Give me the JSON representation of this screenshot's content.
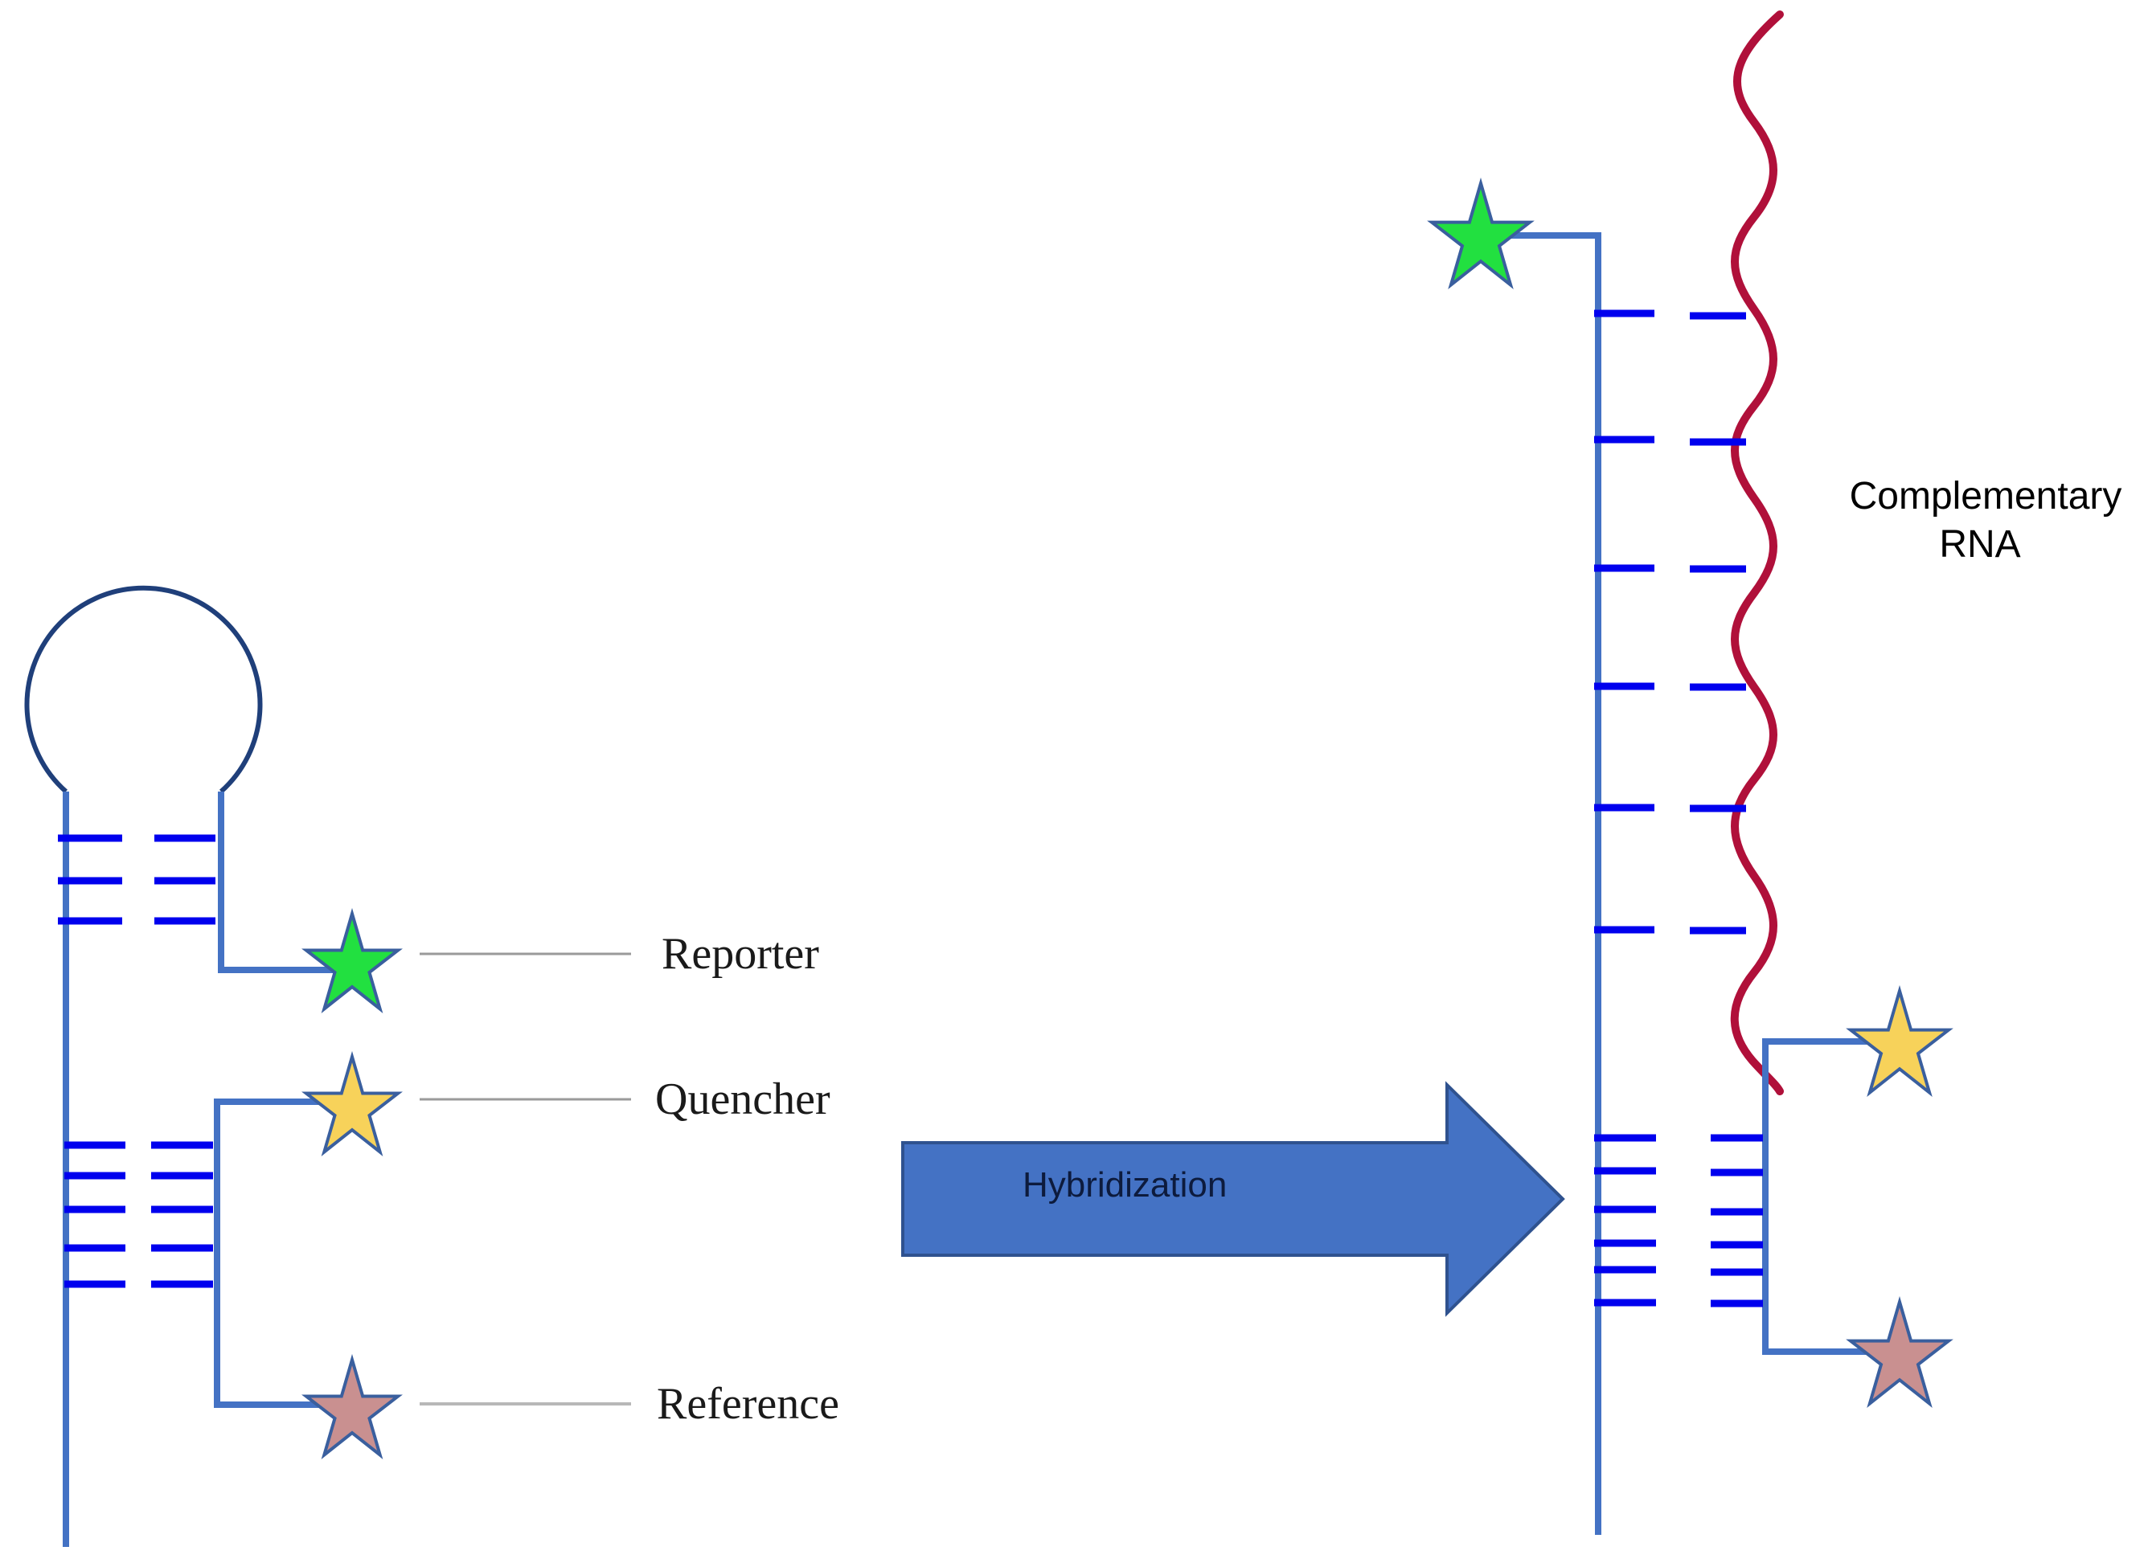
{
  "labels": {
    "reporter": "Reporter",
    "quencher": "Quencher",
    "reference": "Reference",
    "hybridization": "Hybridization",
    "complementary_line1": "Complementary",
    "complementary_line2": "RNA"
  },
  "icons": {
    "reporter": "star",
    "quencher": "star",
    "reference": "star"
  },
  "colors": {
    "strand": "#4472c4",
    "loop": "#1f3f7a",
    "base_pair": "#0000ee",
    "rna": "#b0103a",
    "arrow_fill": "#4472c4",
    "arrow_stroke": "#2f528f",
    "reporter_star": "#22e040",
    "quencher_star": "#f7d25a",
    "reference_star": "#c99090",
    "star_outline": "#3a5f9e",
    "leader_line": "#9a9a9a"
  }
}
